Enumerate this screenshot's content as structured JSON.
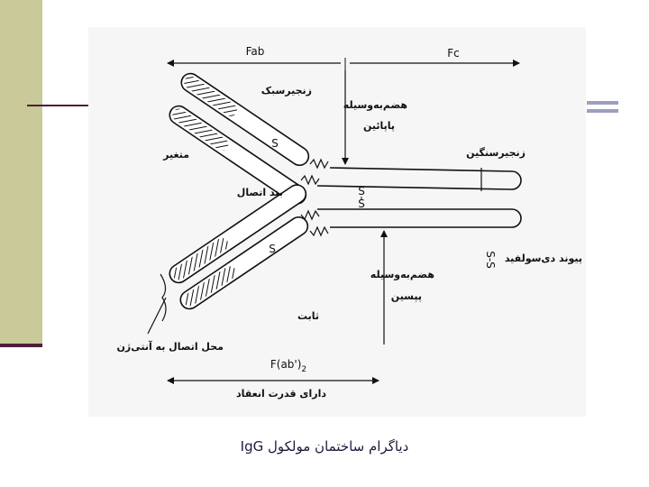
{
  "diagram": {
    "fab_label": "Fab",
    "fc_label": "Fc",
    "light_chain": "زنجیرسبک",
    "papain_line1": "هضم‌به‌وسیله",
    "papain_line2": "پاپائین",
    "heavy_chain": "زنجیرسنگین",
    "variable": "متغیر",
    "hinge": "بند اتصال",
    "disulfide_bond": "پیوند دی‌سولفید",
    "pepsin_line1": "هضم‌به‌وسیله",
    "pepsin_line2": "پپسین",
    "constant": "ثابت",
    "antigen_site": "محل اتصال به آنتی‌ژن",
    "fab2_base": "F(ab')",
    "fab2_sub": "2",
    "binding": "دارای قدرت انعقاد",
    "ss_mark": "S",
    "disulfide_legend": "S-S"
  },
  "caption": "دیاگرام ساختمان مولکول IgG"
}
